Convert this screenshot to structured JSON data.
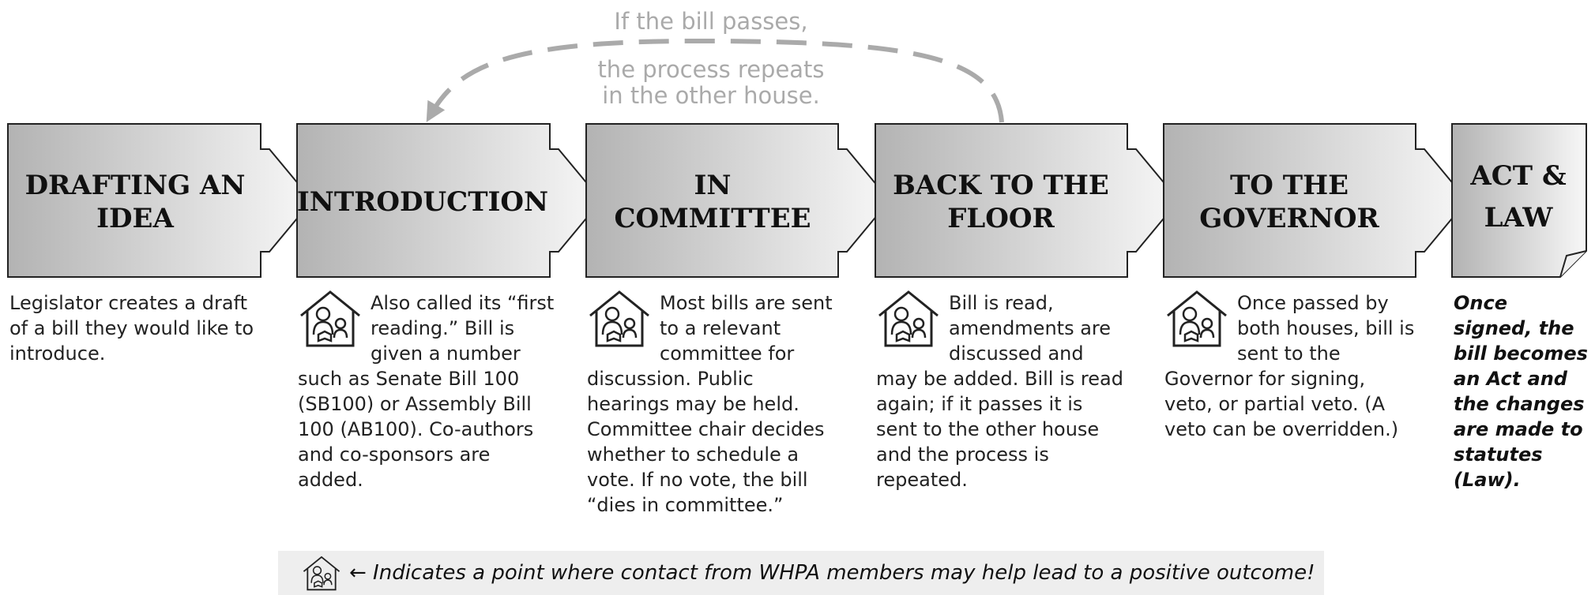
{
  "loop_note": {
    "line1": "If the bill passes,",
    "line2": "the process repeats",
    "line3": "in the other house."
  },
  "stages": [
    {
      "title_lines": [
        "DRAFTING AN",
        "IDEA"
      ],
      "has_contact_icon": false,
      "description": "Legislator creates a draft of a bill they would like to introduce."
    },
    {
      "title_lines": [
        "INTRODUCTION"
      ],
      "has_contact_icon": true,
      "description": "Also called its “first reading.” Bill is given a number such as Senate Bill 100 (SB100) or Assembly Bill 100 (AB100). Co-authors and co-sponsors are added."
    },
    {
      "title_lines": [
        "IN",
        "COMMITTEE"
      ],
      "has_contact_icon": true,
      "description": "Most bills are sent to a relevant committee for discussion. Public hearings may be held. Committee chair decides whether to schedule a vote. If no vote, the bill “dies in committee.”"
    },
    {
      "title_lines": [
        "BACK TO THE",
        "FLOOR"
      ],
      "has_contact_icon": true,
      "description": "Bill is read, amendments are discussed and may be added. Bill is read again; if it passes it is sent to the other house and the process is repeated."
    },
    {
      "title_lines": [
        "TO THE",
        "GOVERNOR"
      ],
      "has_contact_icon": true,
      "description": "Once passed by both houses, bill is sent to the Governor for signing, veto, or partial veto. (A veto can be overridden.)"
    },
    {
      "title_lines": [
        "ACT &",
        "LAW"
      ],
      "has_contact_icon": false,
      "description": "Once signed, the bill becomes an Act and the changes are made to statutes (Law)."
    }
  ],
  "legend": {
    "icon": "house-family-icon",
    "text": "← Indicates a point where contact from WHPA members may help lead to a positive outcome!"
  },
  "colors": {
    "box_dark": "#b3b3b3",
    "box_light": "#f7f7f7",
    "loop_arrow": "#aaaaaa",
    "legend_bg": "#eeeeee"
  }
}
